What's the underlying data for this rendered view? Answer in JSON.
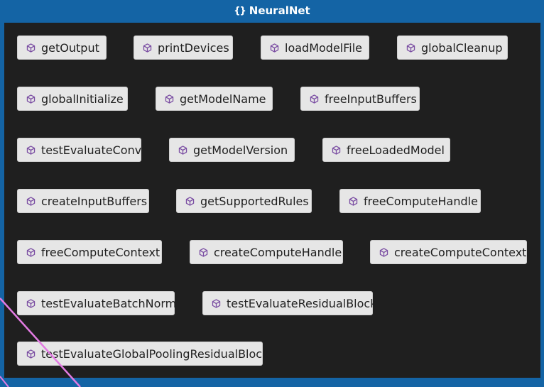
{
  "container": {
    "title": "NeuralNet",
    "icon": "namespace-braces-icon"
  },
  "colors": {
    "frame": "#1464a5",
    "panel": "#1f1f1f",
    "node_fill": "#e6e6e6",
    "cube_icon": "#7b4ea3",
    "edge": "#e37be3"
  },
  "methods": [
    {
      "label": "getOutput",
      "icon": "cube-icon"
    },
    {
      "label": "printDevices",
      "icon": "cube-icon"
    },
    {
      "label": "loadModelFile",
      "icon": "cube-icon"
    },
    {
      "label": "globalCleanup",
      "icon": "cube-icon"
    },
    {
      "label": "globalInitialize",
      "icon": "cube-icon"
    },
    {
      "label": "getModelName",
      "icon": "cube-icon"
    },
    {
      "label": "freeInputBuffers",
      "icon": "cube-icon"
    },
    {
      "label": "testEvaluateConv",
      "icon": "cube-icon"
    },
    {
      "label": "getModelVersion",
      "icon": "cube-icon"
    },
    {
      "label": "freeLoadedModel",
      "icon": "cube-icon"
    },
    {
      "label": "createInputBuffers",
      "icon": "cube-icon"
    },
    {
      "label": "getSupportedRules",
      "icon": "cube-icon"
    },
    {
      "label": "freeComputeHandle",
      "icon": "cube-icon"
    },
    {
      "label": "freeComputeContext",
      "icon": "cube-icon"
    },
    {
      "label": "createComputeHandle",
      "icon": "cube-icon"
    },
    {
      "label": "createComputeContext",
      "icon": "cube-icon"
    },
    {
      "label": "testEvaluateBatchNorm",
      "icon": "cube-icon"
    },
    {
      "label": "testEvaluateResidualBlock",
      "icon": "cube-icon"
    },
    {
      "label": "testEvaluateGlobalPoolingResidualBlock",
      "icon": "cube-icon"
    }
  ]
}
